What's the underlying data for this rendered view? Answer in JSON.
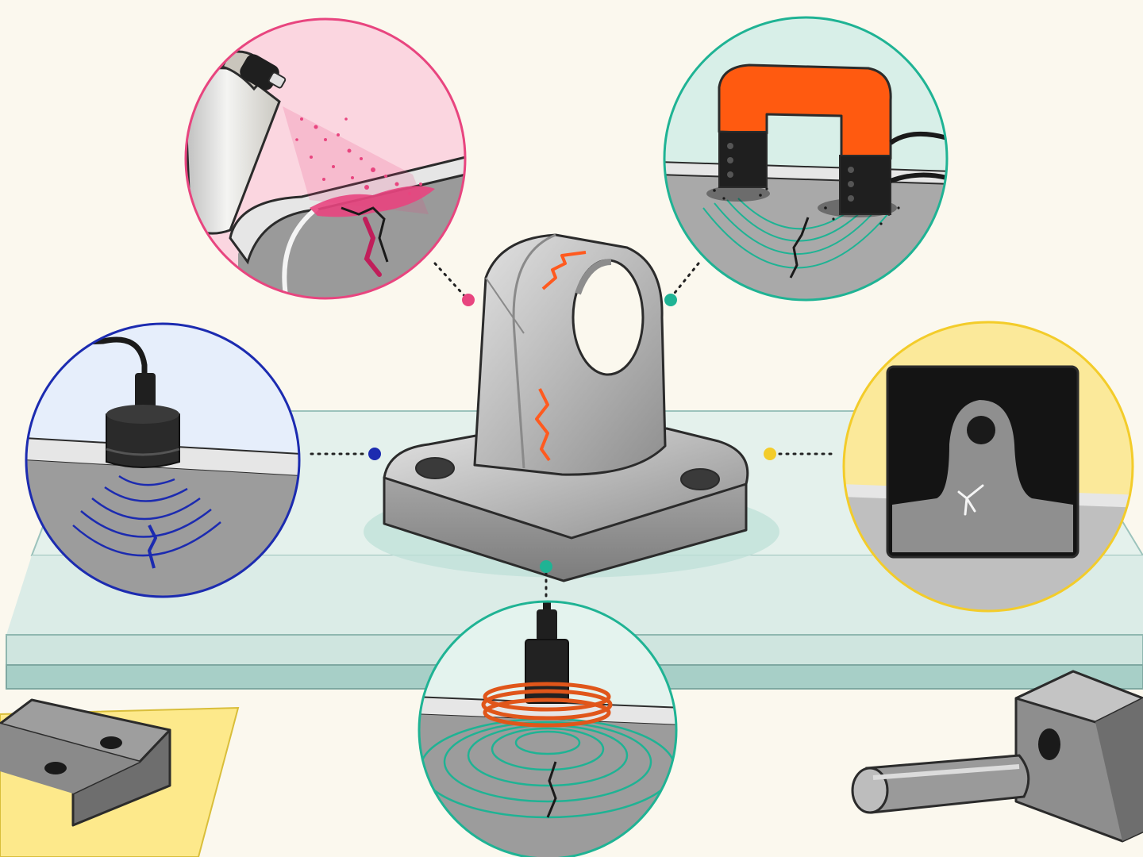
{
  "palette": {
    "background": "#fbf8ee",
    "table_top": "#e4f1ec",
    "table_edge": "#b4d6d0",
    "metal_light": "#d6d6d6",
    "metal_mid": "#b3b3b3",
    "metal_dark": "#8c8c8c",
    "crack_highlight": "#ff5a1f",
    "penetrant_pink": "#e8457f",
    "magnetic_teal": "#1fb394",
    "magnet_orange": "#ff5a10",
    "ultrasonic_blue": "#1c2bb0",
    "radiograph_yellow": "#f3cc2a",
    "eddy_teal": "#1fb394",
    "coil_copper": "#e0561a",
    "ink": "#1a1a1a"
  },
  "methods": [
    {
      "id": "dye-penetrant",
      "icon": "spray-can-icon",
      "accent": "#e8457f",
      "panel_bg": "#fbd6e0"
    },
    {
      "id": "magnetic-particle",
      "icon": "horseshoe-magnet-icon",
      "accent": "#1fb394",
      "panel_bg": "#d8efe8"
    },
    {
      "id": "ultrasonic",
      "icon": "ultrasonic-transducer-icon",
      "accent": "#1c2bb0",
      "panel_bg": "#e6eefb"
    },
    {
      "id": "radiography",
      "icon": "x-ray-film-icon",
      "accent": "#f3cc2a",
      "panel_bg": "#fbe99a"
    },
    {
      "id": "eddy-current",
      "icon": "eddy-current-probe-icon",
      "accent": "#1fb394",
      "panel_bg": "#e4f3ee"
    }
  ]
}
